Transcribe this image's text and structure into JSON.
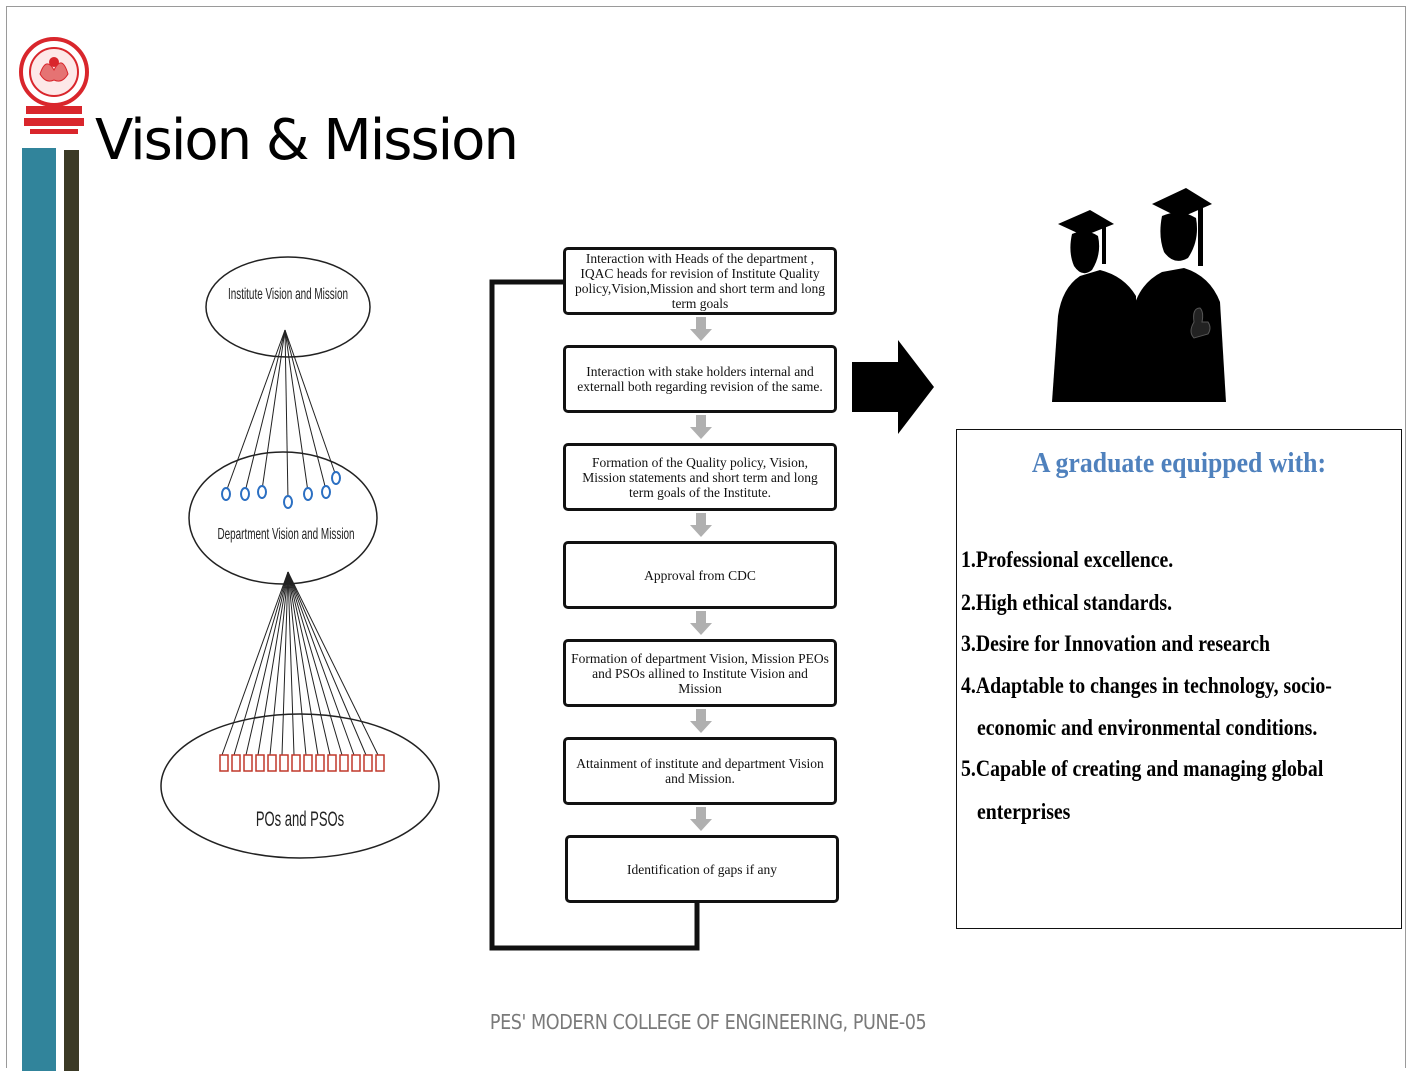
{
  "header": {
    "title": "Vision & Mission"
  },
  "footer": {
    "text": "PES' MODERN COLLEGE OF ENGINEERING, PUNE-05"
  },
  "hierarchy": {
    "top": "Institute Vision and Mission",
    "middle": "Department Vision and Mission",
    "bottom": "POs and PSOs"
  },
  "flow": {
    "steps": [
      "Interaction with Heads of the department , IQAC heads for revision of Institute Quality policy,Vision,Mission and short term and long  term goals",
      "Interaction with stake holders internal and externall  both regarding  revision of the same.",
      "Formation of  the Quality policy, Vision, Mission  statements  and short term and long term goals  of the Institute.",
      "Approval from CDC",
      "Formation of department Vision, Mission PEOs and PSOs allined  to Institute Vision and Mission",
      "Attainment of institute and department Vision  and Mission.",
      "Identification of gaps if any"
    ]
  },
  "graduate": {
    "heading": "A graduate equipped  with:",
    "points": [
      "1.Professional excellence.",
      "2.High ethical  standards.",
      "3.Desire for Innovation   and   research",
      "4.Adaptable  to changes in technology,  socio-",
      "economic  and  environmental   conditions.",
      "5.Capable   of creating and managing global",
      "enterprises"
    ]
  },
  "colors": {
    "sidebar_blue": "#31849b",
    "sidebar_dark": "#3b3a26",
    "heading_blue": "#4f81bd",
    "logo_red": "#d9262c"
  },
  "icons": [
    "college-logo-icon",
    "graduates-silhouette-icon",
    "right-arrow-icon",
    "down-arrow-icon"
  ]
}
